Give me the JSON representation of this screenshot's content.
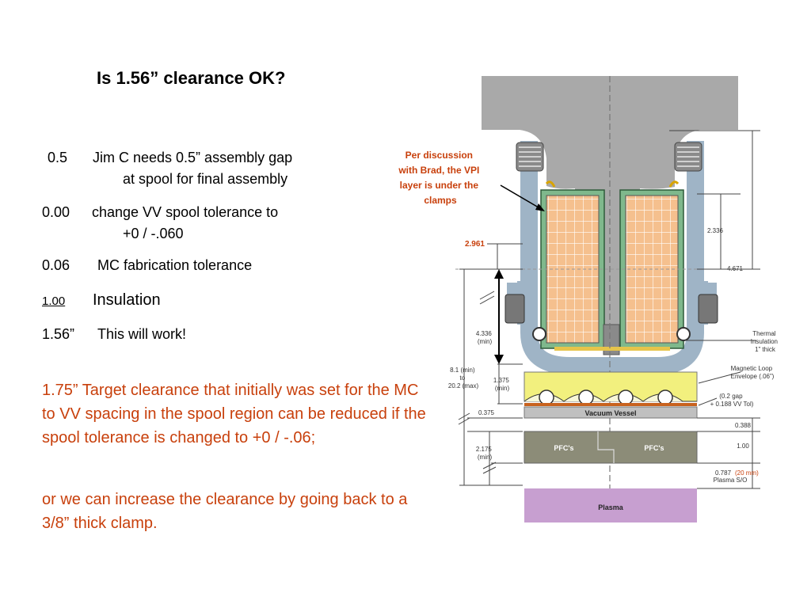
{
  "title": "Is 1.56” clearance OK?",
  "items": [
    {
      "num": "0.5",
      "text": "Jim C needs 0.5” assembly gap",
      "cont": "at spool for final assembly"
    },
    {
      "num": "0.00",
      "text": "change VV spool tolerance to",
      "cont": "+0 / -.060"
    },
    {
      "num": "0.06",
      "text": "MC fabrication tolerance",
      "cont": ""
    },
    {
      "num": "1.00",
      "text": "Insulation",
      "cont": ""
    },
    {
      "num": "1.56”",
      "text": "This will work!",
      "cont": ""
    }
  ],
  "paragraph1": "1.75” Target clearance that initially was set for the MC to VV spacing in the spool region can be reduced if the spool tolerance is changed to +0 / -.06;",
  "paragraph2": "or we can increase the clearance by going back to a 3/8” thick clamp.",
  "diagram": {
    "note_lines": [
      "Per discussion",
      "with Brad, the VPI",
      "layer is under the",
      "clamps"
    ],
    "dim_2961": "2.961",
    "dim_2336": "2.336",
    "dim_4671": "4.671",
    "dim_4336": [
      "4.336",
      "(min)"
    ],
    "dim_81": [
      "8.1 (min)",
      "to",
      "20.2 (max)"
    ],
    "dim_1375": [
      "1.375",
      "(min)"
    ],
    "dim_0375": "0.375",
    "dim_0388": "0.388",
    "dim_2175": [
      "2.175",
      "(min)"
    ],
    "dim_100": "1.00",
    "dim_0787": "0.787",
    "dim_0787_mm": "(20 mm)",
    "plasma_so": "Plasma S/O",
    "thermal": [
      "Thermal",
      "Insulation",
      "1” thick"
    ],
    "mag_loop": [
      "Magnetic Loop",
      "Envelope (.06”)"
    ],
    "gap_tol": [
      "(0.2 gap",
      "+ 0.188 VV Tol)"
    ],
    "vacuum_vessel": "Vacuum Vessel",
    "pfc_left": "PFC's",
    "pfc_right": "PFC's",
    "plasma": "Plasma"
  },
  "colors": {
    "accent_red": "#c8400c",
    "steel_gray": "#a9a9a9",
    "pipe_blue": "#9fb4c6",
    "winding_orange": "#f5c08e",
    "insulation_green": "#7fb88c",
    "loop_yellow": "#f2f07e",
    "pfc_gray": "#8c8c78",
    "plasma_purple": "#c79fd0"
  }
}
